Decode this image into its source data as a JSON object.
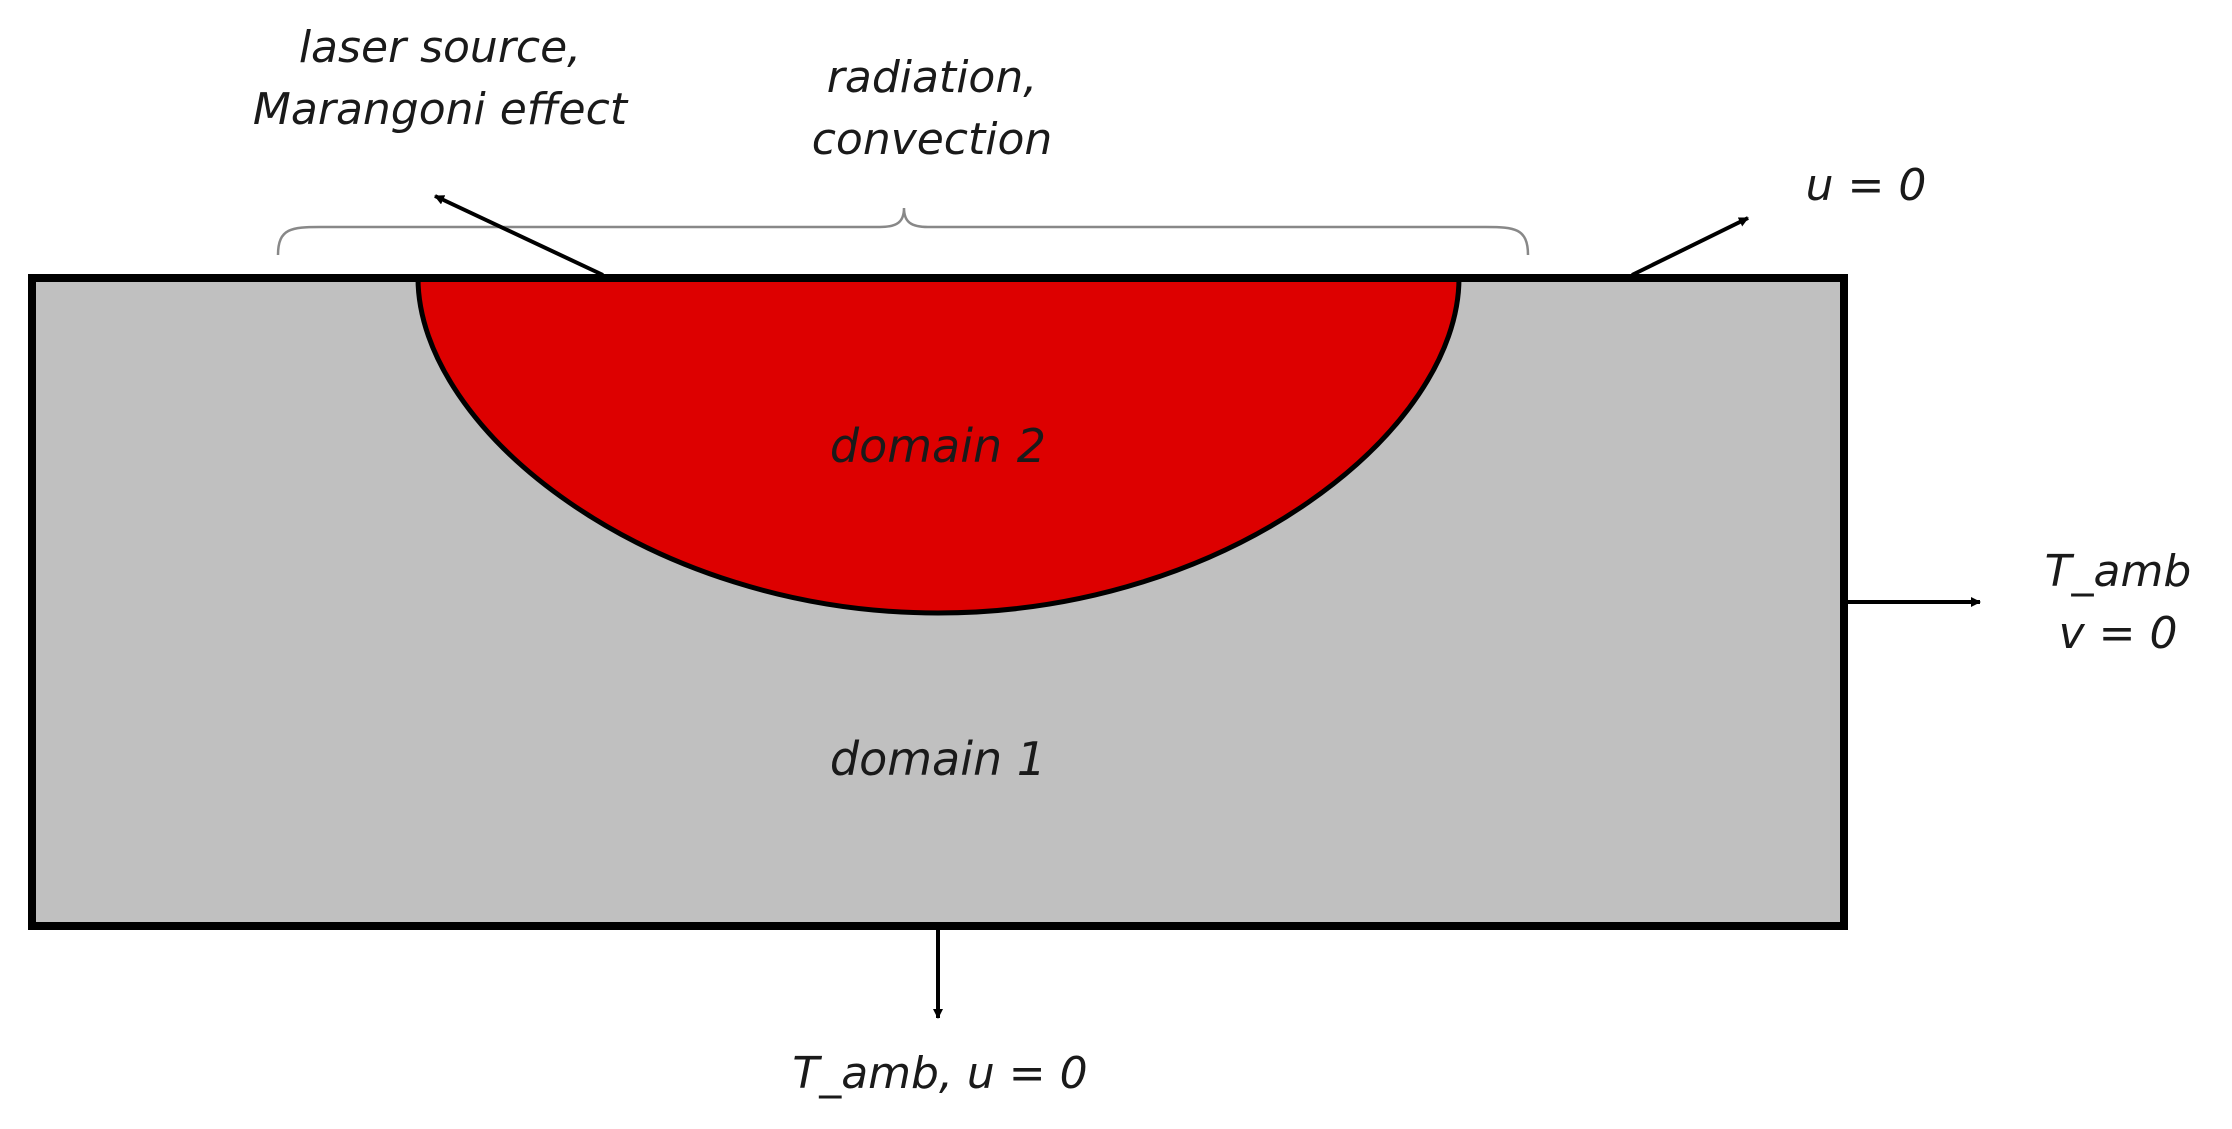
{
  "labels": {
    "laser_line1": "laser source,",
    "laser_line2": "Marangoni effect",
    "radiation_line1": "radiation,",
    "radiation_line2": "convection",
    "top_right": "u = 0",
    "right_line1": "T_amb",
    "right_line2": "v = 0",
    "bottom": "T_amb, u = 0",
    "domain2": "domain 2",
    "domain1": "domain 1"
  },
  "colors": {
    "domain1_fill": "#c0c0c0",
    "domain2_fill": "#dd0000",
    "outline": "#000000",
    "brace": "#888888"
  }
}
